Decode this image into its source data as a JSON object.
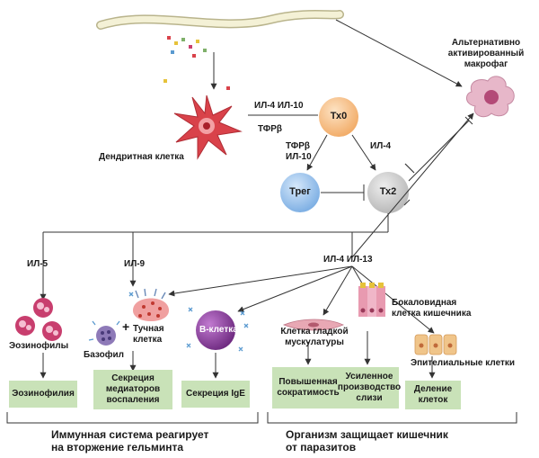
{
  "dendritic_cell_label": "Дендритная клетка",
  "th0": "Тх0",
  "th2": "Тх2",
  "treg": "Трег",
  "macrophage_label": "Альтернативно\nактивированный\nмакрофаг",
  "il4_il10": "ИЛ-4 ИЛ-10",
  "tgfb_top": "ТФРβ",
  "tgfb_il10": "ТФРβ\nИЛ-10",
  "il4": "ИЛ-4",
  "il5": "ИЛ-5",
  "il9": "ИЛ-9",
  "il4_il13": "ИЛ-4 ИЛ-13",
  "eosinophils_label": "Эозинофилы",
  "basophil_label": "Базофил",
  "mast_cell_label": "Тучная\nклетка",
  "b_cell": "В-клетка",
  "smooth_muscle_label": "Клетка гладкой\nмускулатуры",
  "goblet_label": "Бокаловидная\nклетка кишечника",
  "epithelial_label": "Эпителиальные клетки",
  "plus_sign": "+",
  "boxes": [
    "Эозинофилия",
    "Секреция\nмедиаторов\nвоспаления",
    "Секреция IgE",
    "Повышенная\nсократимость",
    "Усиленное\nпроизводство\nслизи",
    "Деление\nклеток"
  ],
  "immune_caption": "Иммунная система реагирует\nна вторжение гельминта",
  "organism_caption": "Организм защищает кишечник\nот паразитов",
  "colors": {
    "line": "#333333",
    "box_green": "#c9e2b8",
    "th0_fill": "#f7c18a",
    "th2_fill": "#cfcfcf",
    "treg_fill": "#9cc3ec",
    "dendritic": "#d9424a",
    "eosinophil": "#c83e6e",
    "mast": "#d85a52",
    "basophil": "#8e7ab8",
    "b_cell": "#8a3a9a",
    "macrophage": "#d26e96",
    "goblet": "#e89ab0",
    "epithelial": "#f0c58a",
    "worm": "#f2efcf"
  }
}
